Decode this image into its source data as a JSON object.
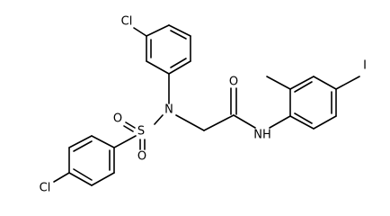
{
  "structure": {
    "atoms": {
      "cl_top": "Cl",
      "cl_bottom": "Cl",
      "iodine": "I",
      "nitrogen_sulfonamide": "N",
      "sulfur": "S",
      "oxygen_sulfonyl_left": "O",
      "oxygen_sulfonyl_bottom": "O",
      "oxygen_carbonyl": "O",
      "amide_nh": "NH"
    },
    "colors": {
      "bond": "#000000",
      "label": "#000000",
      "background": "#ffffff"
    }
  }
}
